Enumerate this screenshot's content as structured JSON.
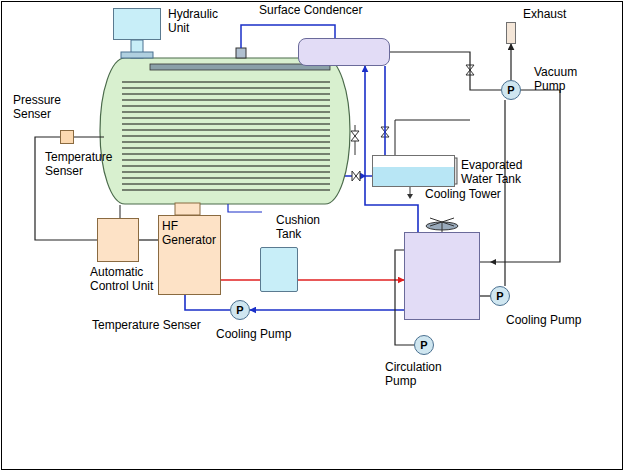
{
  "diagram": {
    "nodes": [
      {
        "text": [
          "Hydraulic Unit"
        ]
      },
      {
        "text": [
          "Pressure Senser"
        ]
      },
      {
        "text": [
          "Automatic Control Unit"
        ]
      },
      {
        "text": [
          "HF Generator"
        ]
      },
      {
        "text": [
          "Surface Condencer"
        ]
      },
      {
        "text": [
          "Evaporated Water Tank"
        ]
      },
      {
        "text": [
          "P",
          "Vacuum Pump"
        ]
      },
      {
        "text": [
          "Exhaust"
        ]
      },
      {
        "text": [
          "Cushion Tank"
        ]
      },
      {
        "text": [
          "Cooling Tower"
        ]
      },
      {
        "text": [
          "P",
          "Cooling Pump"
        ]
      },
      {
        "text": [
          "P",
          "Cooling Pump"
        ]
      },
      {
        "text": [
          "P",
          "Circulation Pump"
        ]
      }
    ],
    "edges": [
      {
        "from": 3,
        "to": 8,
        "arrow": "none"
      },
      {
        "from": 8,
        "to": 9,
        "arrow": "to"
      },
      {
        "from": 9,
        "to": 10,
        "arrow": "to"
      },
      {
        "from": 10,
        "to": 3,
        "arrow": "none"
      },
      {
        "from": 9,
        "to": 11,
        "arrow": "none"
      },
      {
        "from": 11,
        "to": 6,
        "arrow": "none"
      },
      {
        "from": 12,
        "to": 9,
        "arrow": "none"
      },
      {
        "from": 1,
        "to": 2,
        "arrow": "none"
      },
      {
        "from": 4,
        "to": 5,
        "arrow": "none"
      },
      {
        "from": 6,
        "to": 7,
        "arrow": "to"
      },
      {
        "from": 4,
        "to": 6,
        "arrow": "none"
      },
      {
        "from": 9,
        "to": 4,
        "arrow": "to"
      },
      {
        "from": 2,
        "to": 3,
        "arrow": "none"
      }
    ],
    "labels": [
      "Temperature Senser",
      "Temperature Senser"
    ]
  }
}
